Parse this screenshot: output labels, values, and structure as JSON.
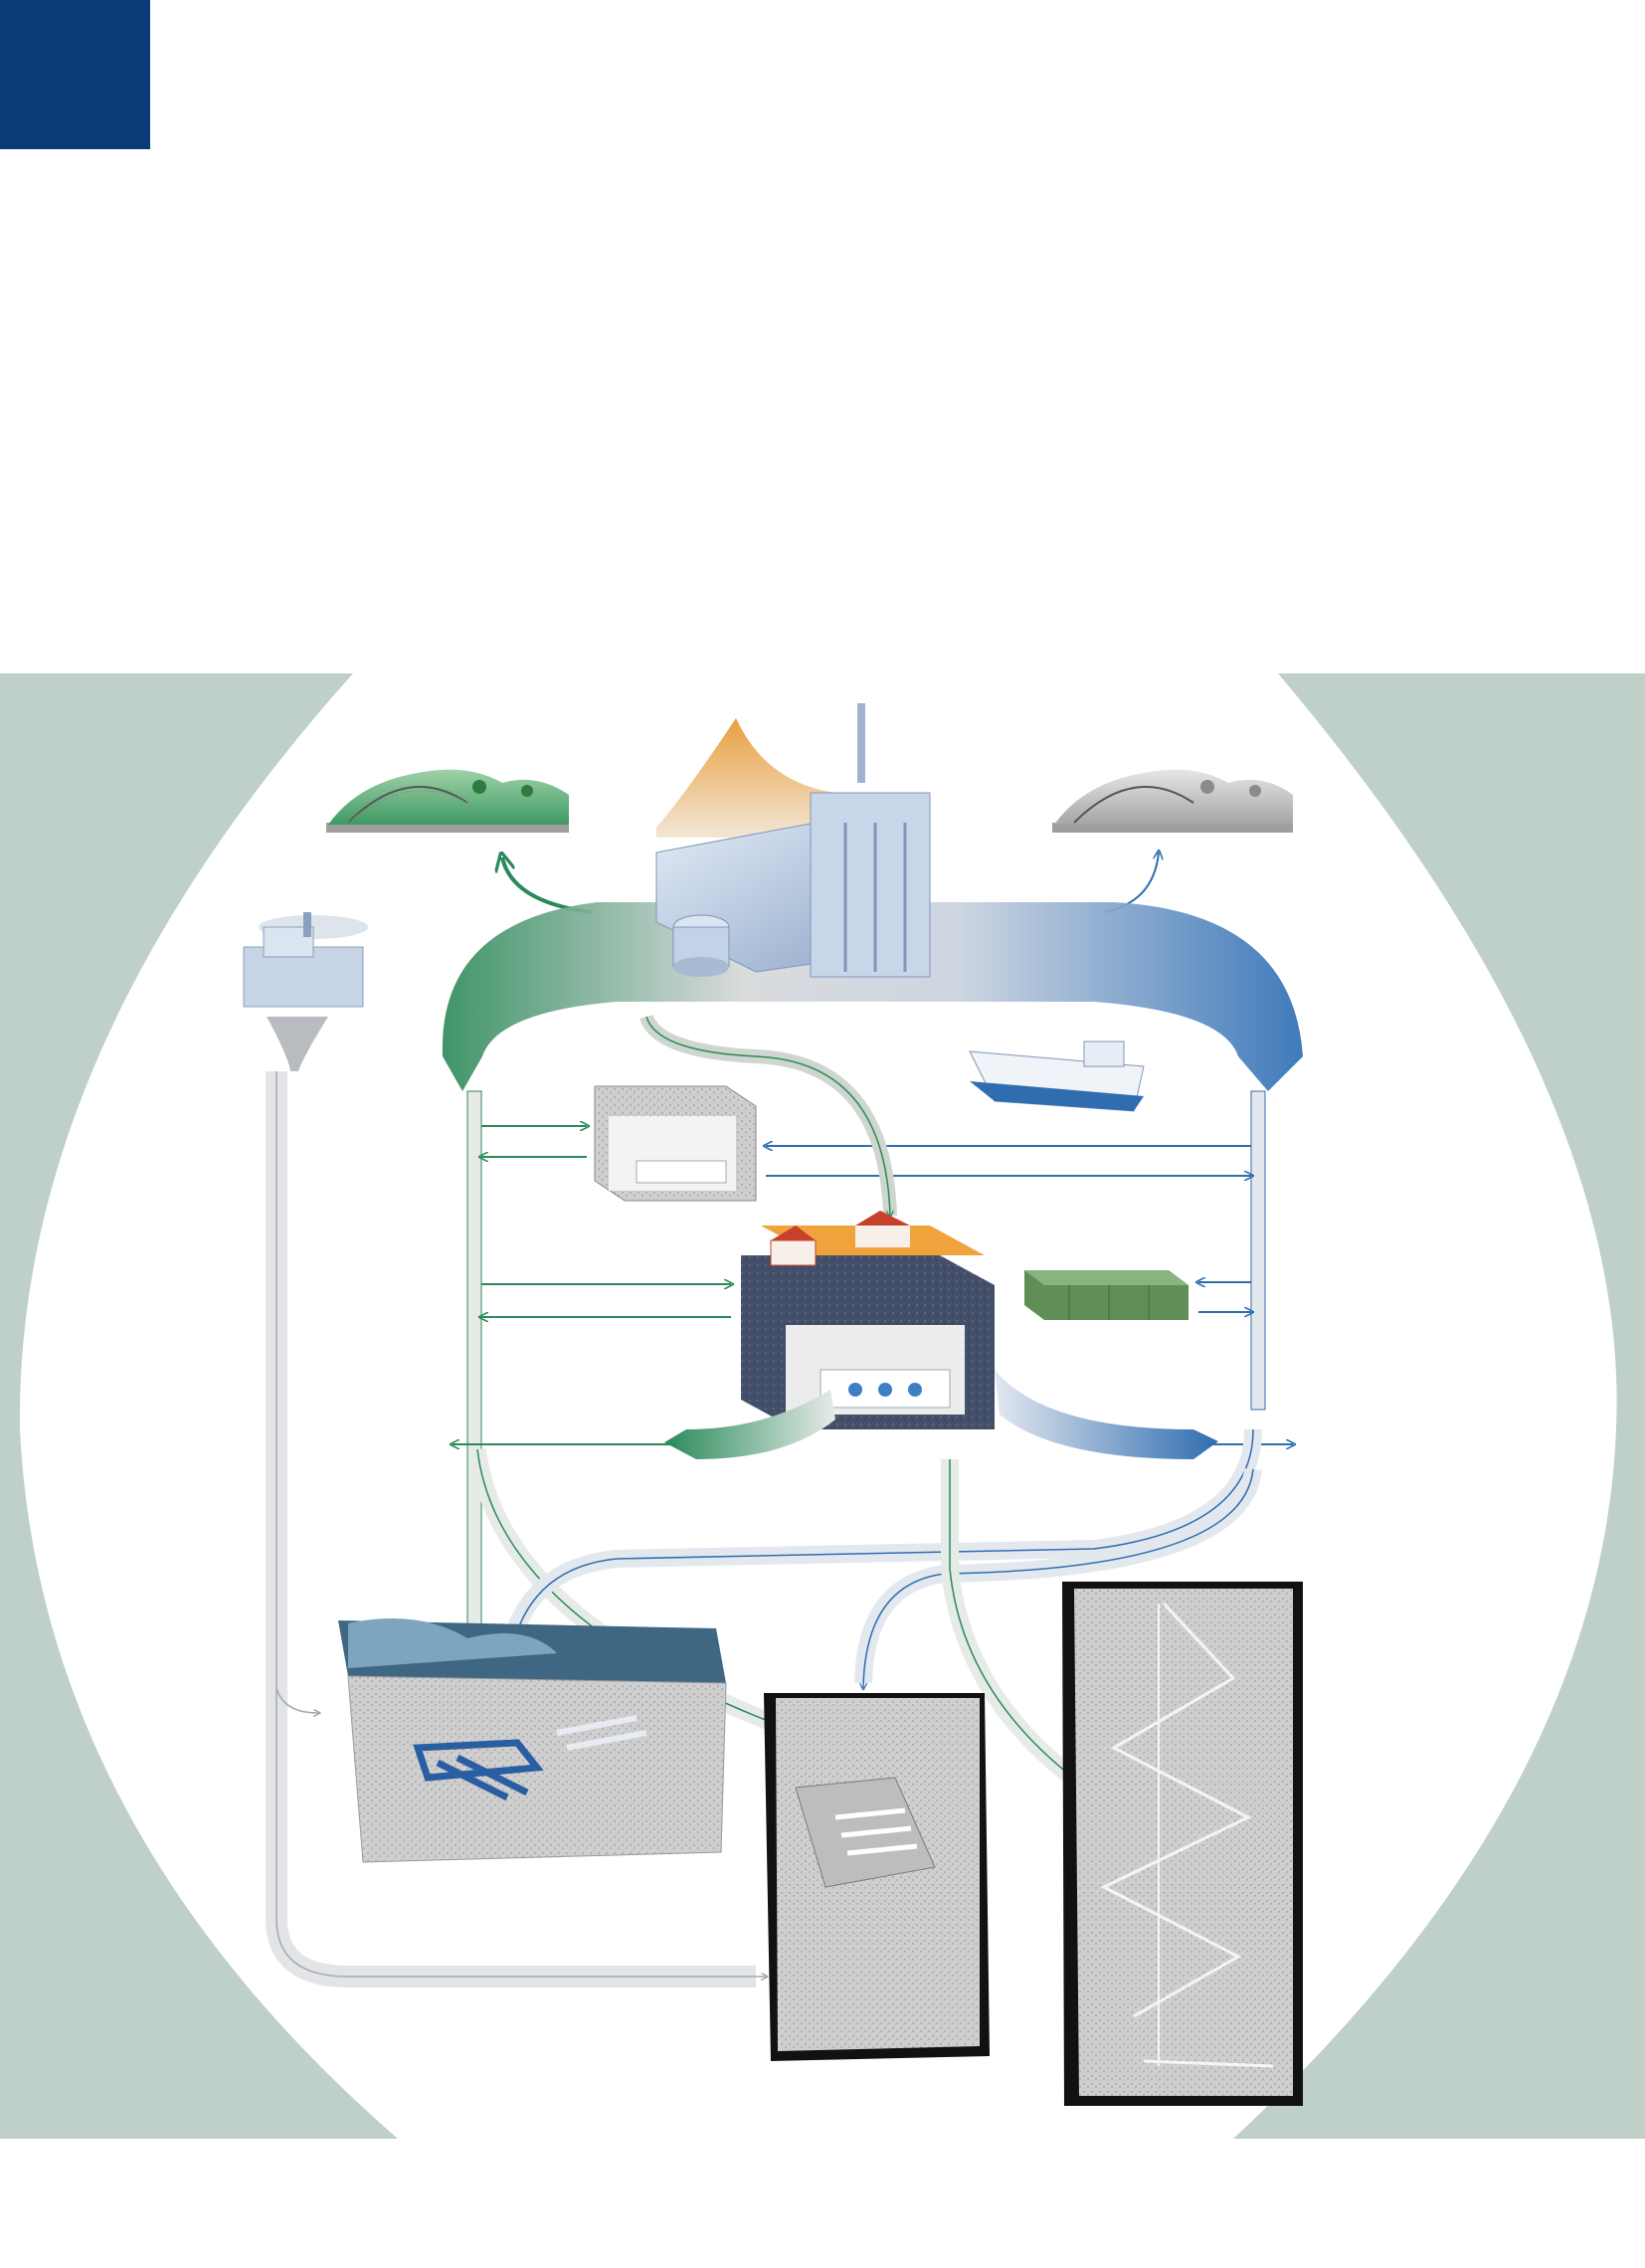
{
  "page": {
    "corner_tab_color": "#0b3a78",
    "panel_background_color": "#bfd0c9",
    "disc_color": "#ffffff"
  },
  "diagram": {
    "nodes": [
      {
        "id": "restored-site-green",
        "icon": "landscape-green-illustration"
      },
      {
        "id": "restored-site-grey",
        "icon": "landscape-grey-illustration"
      },
      {
        "id": "nuclear-power-plant",
        "icon": "power-plant-illustration"
      },
      {
        "id": "industry-sources",
        "icon": "factory-illustration"
      },
      {
        "id": "interim-store",
        "icon": "concrete-store-illustration"
      },
      {
        "id": "central-interim-storage",
        "icon": "underground-storage-illustration"
      },
      {
        "id": "transport-ship",
        "icon": "ship-illustration"
      },
      {
        "id": "container-store",
        "icon": "container-illustration"
      },
      {
        "id": "shallow-repository",
        "icon": "shallow-repository-illustration"
      },
      {
        "id": "deep-rock-repository",
        "icon": "rock-block-repository-illustration"
      },
      {
        "id": "deep-borehole-repository",
        "icon": "borehole-repository-illustration"
      }
    ],
    "flow_colors": {
      "green_stream": "#2a8a5a",
      "blue_stream": "#2f6db0",
      "grey_stream": "#b8bcc0",
      "orange_release": "#e8a44a"
    }
  }
}
